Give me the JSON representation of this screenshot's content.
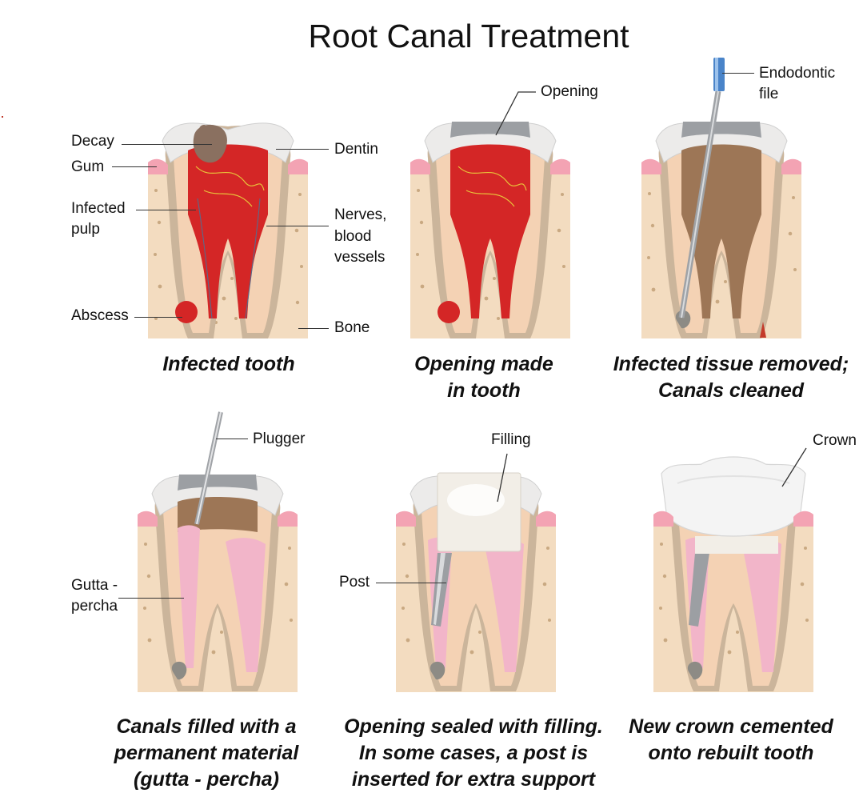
{
  "title": "Root Canal Treatment",
  "panels": [
    {
      "caption_lines": [
        "Infected tooth"
      ],
      "labels": {
        "decay": "Decay",
        "gum": "Gum",
        "infected_pulp": [
          "Infected",
          "pulp"
        ],
        "abscess": "Abscess",
        "dentin": "Dentin",
        "nerves": [
          "Nerves,",
          "blood",
          "vessels"
        ],
        "bone": "Bone"
      }
    },
    {
      "caption_lines": [
        "Opening made",
        "in tooth"
      ],
      "labels": {
        "opening": "Opening"
      }
    },
    {
      "caption_lines": [
        "Infected tissue removed;",
        "Canals cleaned"
      ],
      "labels": {
        "endodontic_file": [
          "Endodontic",
          "file"
        ]
      }
    },
    {
      "caption_lines": [
        "Canals filled with a",
        "permanent material",
        "(gutta - percha)"
      ],
      "labels": {
        "plugger": "Plugger",
        "gutta_percha": [
          "Gutta -",
          "percha"
        ]
      }
    },
    {
      "caption_lines": [
        "Opening sealed with filling.",
        "In some cases, a post is",
        "inserted for extra support"
      ],
      "labels": {
        "filling": "Filling",
        "post": "Post"
      }
    },
    {
      "caption_lines": [
        "New crown cemented",
        "onto rebuilt tooth"
      ],
      "labels": {
        "crown": "Crown"
      }
    }
  ],
  "colors": {
    "bone": "#f3dcc0",
    "bone_pores": "#c9a982",
    "ligament": "#cbb59b",
    "gum": "#f3a3b3",
    "enamel": "#ecebea",
    "dentin": "#f4d2b4",
    "infected_pulp": "#d42626",
    "cleaned_canal": "#9d7656",
    "gutta_percha": "#f2b5c9",
    "filling": "#f2eee7",
    "metal": "#9c9fa3",
    "crown": "#f4f4f4"
  }
}
